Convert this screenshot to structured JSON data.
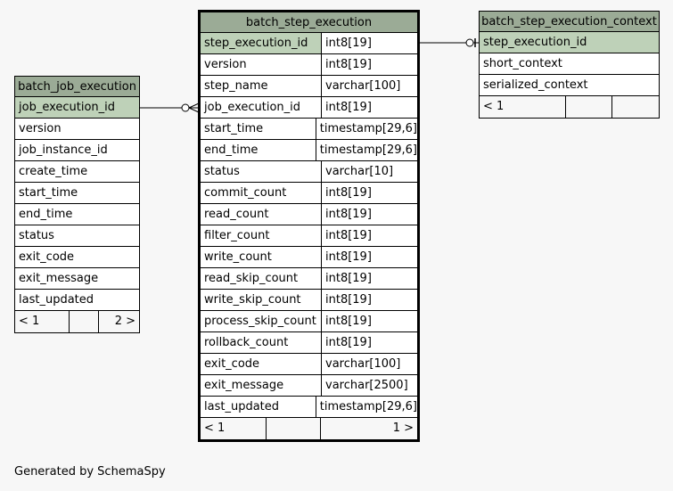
{
  "footer": "Generated by SchemaSpy",
  "tables": {
    "job": {
      "name": "batch_job_execution",
      "pk": "job_execution_id",
      "columns": [
        "version",
        "job_instance_id",
        "create_time",
        "start_time",
        "end_time",
        "status",
        "exit_code",
        "exit_message",
        "last_updated"
      ],
      "footer": {
        "left": "< 1",
        "right": "2 >"
      }
    },
    "step": {
      "name": "batch_step_execution",
      "rows": [
        {
          "col": "step_execution_id",
          "type": "int8[19]"
        },
        {
          "col": "version",
          "type": "int8[19]"
        },
        {
          "col": "step_name",
          "type": "varchar[100]"
        },
        {
          "col": "job_execution_id",
          "type": "int8[19]"
        },
        {
          "col": "start_time",
          "type": "timestamp[29,6]"
        },
        {
          "col": "end_time",
          "type": "timestamp[29,6]"
        },
        {
          "col": "status",
          "type": "varchar[10]"
        },
        {
          "col": "commit_count",
          "type": "int8[19]"
        },
        {
          "col": "read_count",
          "type": "int8[19]"
        },
        {
          "col": "filter_count",
          "type": "int8[19]"
        },
        {
          "col": "write_count",
          "type": "int8[19]"
        },
        {
          "col": "read_skip_count",
          "type": "int8[19]"
        },
        {
          "col": "write_skip_count",
          "type": "int8[19]"
        },
        {
          "col": "process_skip_count",
          "type": "int8[19]"
        },
        {
          "col": "rollback_count",
          "type": "int8[19]"
        },
        {
          "col": "exit_code",
          "type": "varchar[100]"
        },
        {
          "col": "exit_message",
          "type": "varchar[2500]"
        },
        {
          "col": "last_updated",
          "type": "timestamp[29,6]"
        }
      ],
      "footer": {
        "left": "< 1",
        "right": "1 >"
      }
    },
    "ctx": {
      "name": "batch_step_execution_context",
      "pk": "step_execution_id",
      "columns": [
        "short_context",
        "serialized_context"
      ],
      "footer": {
        "left": "< 1"
      }
    }
  }
}
